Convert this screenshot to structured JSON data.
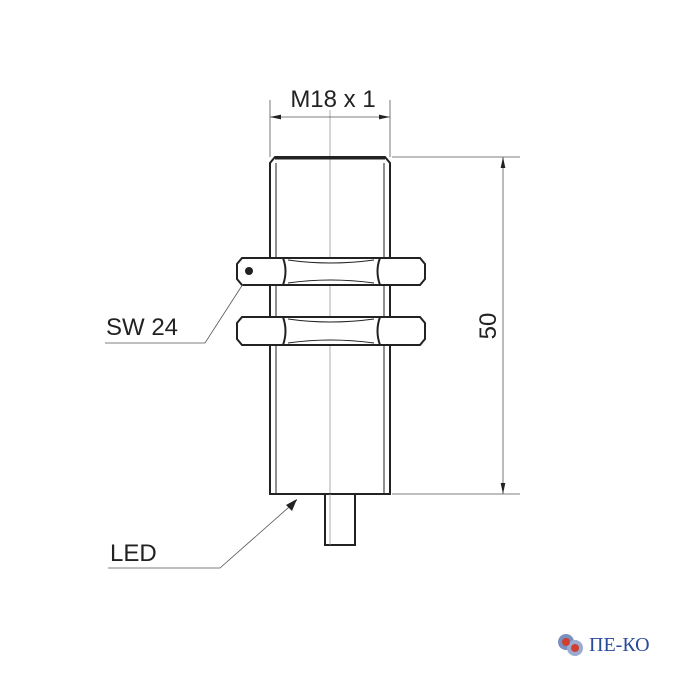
{
  "thread_label": "M18 x 1",
  "wrench_label": "SW 24",
  "length_label": "50",
  "led_label": "LED",
  "logo_text": "ПЕ-КО",
  "colors": {
    "line": "#222222",
    "thin": "#888888",
    "logo": "#2a4a9a",
    "gear": "#d04030"
  }
}
